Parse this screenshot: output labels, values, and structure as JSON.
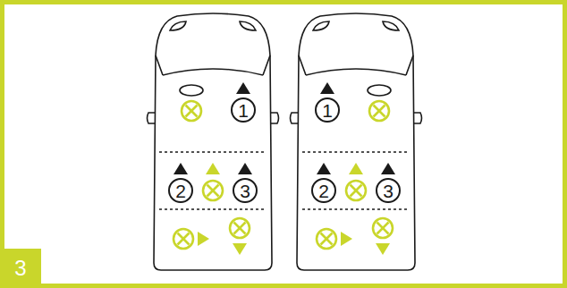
{
  "diagram": {
    "nodes": [
      {
        "text": [
          "1"
        ]
      },
      {
        "text": [
          "2"
        ]
      },
      {
        "text": [
          "3"
        ]
      },
      {
        "text": [
          "1"
        ]
      },
      {
        "text": [
          "2"
        ]
      },
      {
        "text": [
          "3"
        ]
      },
      {
        "text": [
          "3"
        ]
      }
    ]
  }
}
